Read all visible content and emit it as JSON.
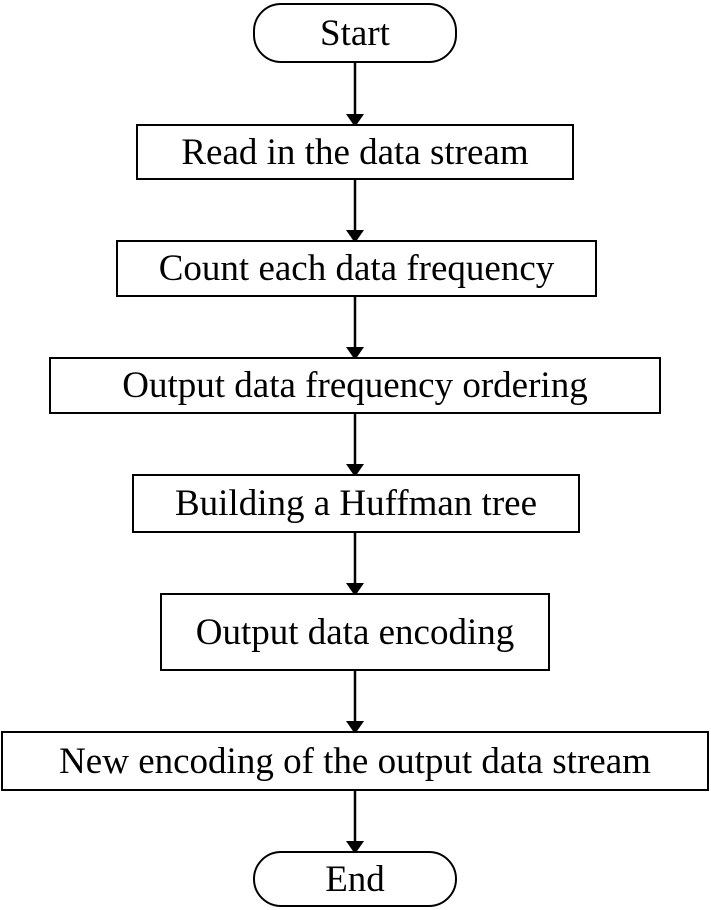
{
  "flowchart": {
    "start": "Start",
    "steps": [
      "Read in the data stream",
      "Count each data frequency",
      "Output data frequency ordering",
      "Building a Huffman tree",
      "Output data encoding",
      "New encoding of the output data stream"
    ],
    "end": "End"
  }
}
